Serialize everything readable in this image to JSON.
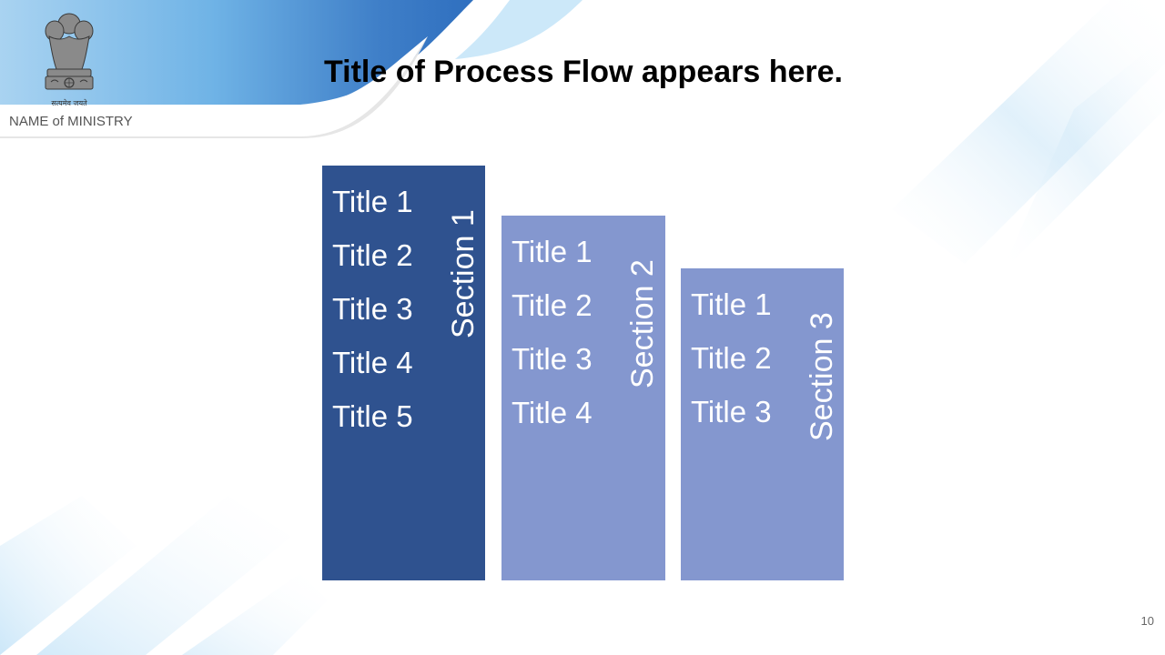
{
  "header": {
    "motto": "सत्यमेव जयते",
    "ministry": "NAME of MINISTRY",
    "title": "Title of Process Flow appears here."
  },
  "sections": [
    {
      "label": "Section 1",
      "items": [
        "Title 1",
        "Title 2",
        "Title 3",
        "Title 4",
        "Title 5"
      ],
      "color": "#2f528f"
    },
    {
      "label": "Section 2",
      "items": [
        "Title 1",
        "Title 2",
        "Title 3",
        "Title 4"
      ],
      "color": "#8497cf"
    },
    {
      "label": "Section 3",
      "items": [
        "Title 1",
        "Title 2",
        "Title 3"
      ],
      "color": "#8497cf"
    }
  ],
  "footer": {
    "page_number": "10"
  },
  "icons": {
    "emblem": "national-emblem-icon"
  }
}
